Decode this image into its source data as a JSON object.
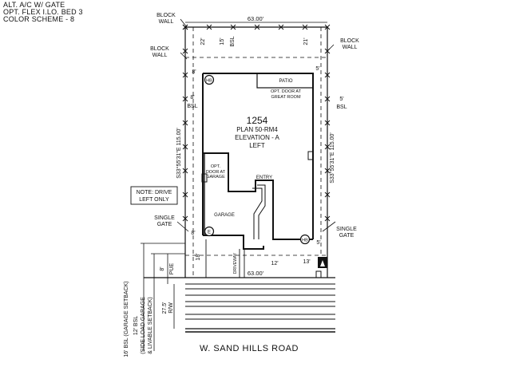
{
  "header": {
    "line1": "ALT. A/C W/ GATE",
    "line2": "OPT. FLEX I.LO. BED 3",
    "line3": "COLOR SCHEME - 8"
  },
  "lot": {
    "number": "1254",
    "plan": "PLAN 50-RM4",
    "elevation": "ELEVATION - A",
    "orientation": "LEFT"
  },
  "dims": {
    "width_top": "63.00'",
    "width_bottom": "63.00'",
    "side_left": "S33°55'31\"E 115.00'",
    "side_right": "S33°55'31\"E 115.00'",
    "rear_22": "22'",
    "rear_15": "15'",
    "rear_21": "21'",
    "left_8_top": "8'",
    "left_8_mid": "8'",
    "left_8_low": "8'",
    "right_5_top": "5'",
    "right_5_mid": "5'",
    "right_5_low": "5'",
    "front_18": "18'",
    "front_12": "12'",
    "front_13": "13'",
    "pue_8": "8'",
    "rw_275": "27.5'"
  },
  "labels": {
    "bsl": "BSL",
    "block_wall": "BLOCK WALL",
    "single_gate": "SINGLE GATE",
    "patio": "PATIO",
    "opt_door_great_room": "OPT. DOOR AT GREAT ROOM",
    "opt_door_garage": "OPT. DOOR AT GARAGE",
    "entry": "ENTRY",
    "garage": "GARAGE",
    "driveway": "DRIVEWAY",
    "hb": "HB",
    "e": "E",
    "pue": "PUE",
    "rw": "R/W",
    "note_line1": "NOTE: DRIVE",
    "note_line2": "LEFT ONLY",
    "garage_setback": "16' BSL (GARAGE SETBACK)",
    "livable_setback_1": "12' BSL",
    "livable_setback_2": "(SIDE LOAD GARAGE",
    "livable_setback_3": "& LIVABLE SETBACK)",
    "street": "W. SAND HILLS ROAD"
  }
}
